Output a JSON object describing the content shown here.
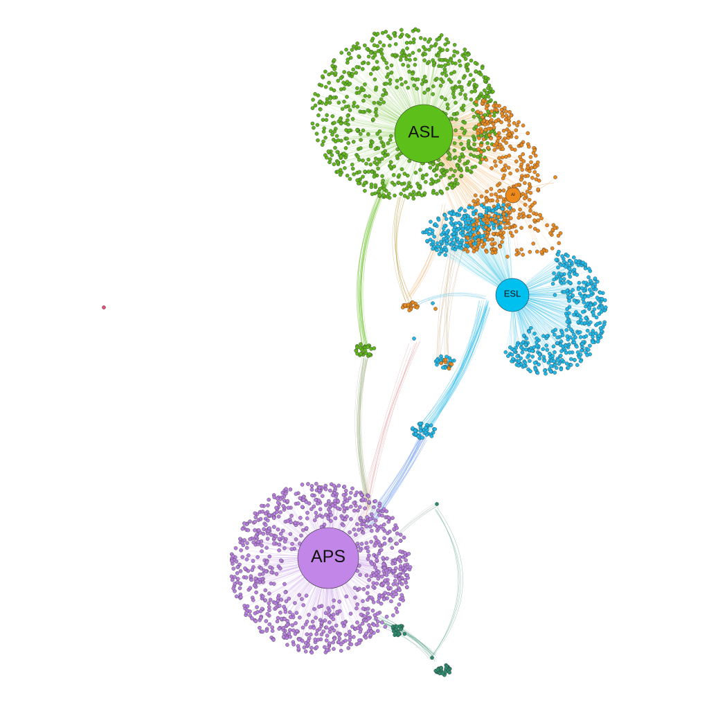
{
  "graph": {
    "hubs": [
      {
        "id": "asl",
        "label": "ASL",
        "color": "#5cbf1a"
      },
      {
        "id": "aps",
        "label": "APS",
        "color": "#c285e8"
      },
      {
        "id": "esl",
        "label": "ESL",
        "color": "#00c0f0"
      },
      {
        "id": "ai",
        "label": "AI",
        "color": "#ee8a1c"
      }
    ],
    "colors": {
      "asl_cluster": "#62b41f",
      "aps_cluster": "#b67fdc",
      "esl_cluster": "#21b8e8",
      "ai_cluster": "#e88a22",
      "teal_cluster": "#2f8a6e",
      "isolated_node": "#e0507a",
      "mixed_edge_blue": "#6e9cf0",
      "mixed_edge_red": "#e08a8a",
      "background": "#ffffff"
    }
  }
}
